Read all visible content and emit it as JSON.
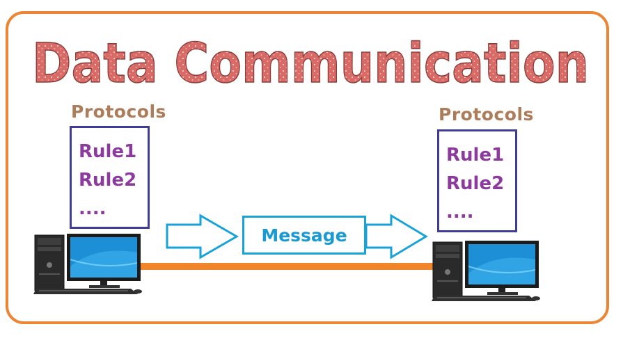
{
  "title": "Data Communication",
  "left": {
    "protocols_label": "Protocols",
    "rules": [
      "Rule1",
      "Rule2",
      "...."
    ]
  },
  "right": {
    "protocols_label": "Protocols",
    "rules": [
      "Rule1",
      "Rule2",
      "...."
    ]
  },
  "message_label": "Message",
  "colors": {
    "frame": "#ec8634",
    "title": "#d96a66",
    "protocols": "#ad7c5a",
    "rule_text": "#8c3a9e",
    "rule_box": "#3f3b99",
    "message": "#1a9ad2",
    "link": "#f0852a"
  },
  "icons": [
    "desktop-computer-icon",
    "arrow-right-icon"
  ]
}
